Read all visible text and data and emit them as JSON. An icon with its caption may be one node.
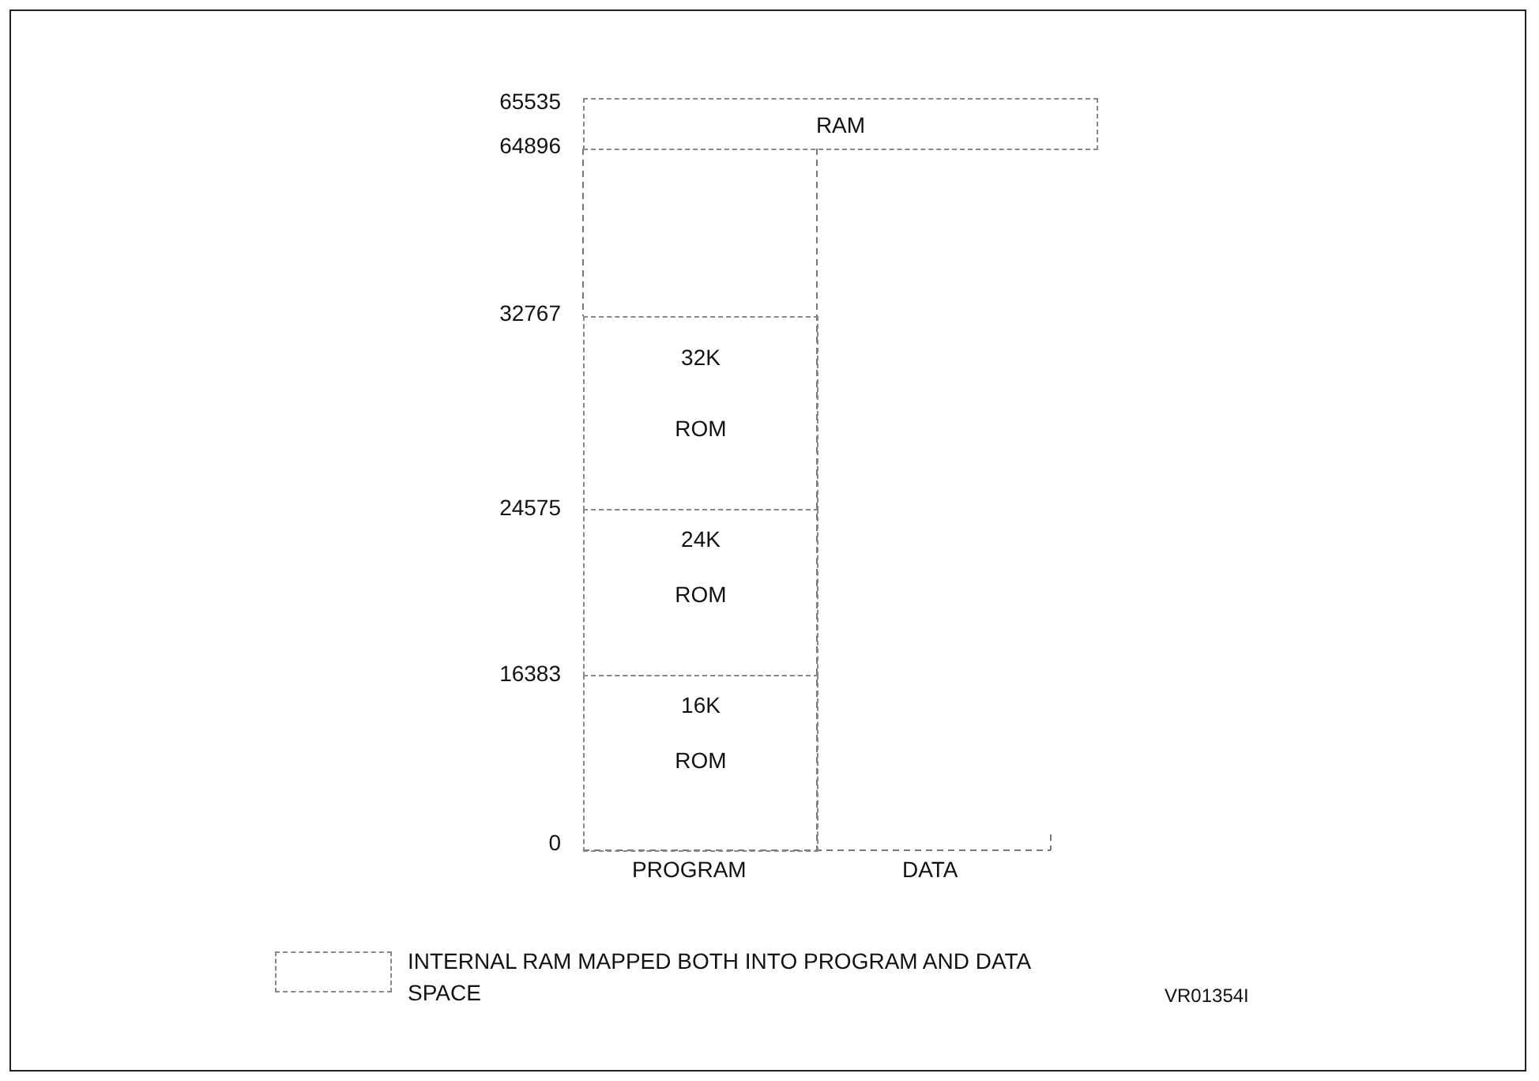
{
  "diagram": {
    "nodes": [
      {
        "text": [
          "RAM"
        ]
      },
      {
        "text": [
          "32K",
          "ROM"
        ]
      },
      {
        "text": [
          "24K",
          "ROM"
        ]
      },
      {
        "text": [
          "16K",
          "ROM"
        ]
      }
    ],
    "labels": [
      "65535",
      "64896",
      "32767",
      "24575",
      "16383",
      "0",
      "PROGRAM",
      "DATA",
      "VR01354I"
    ],
    "legend": [
      {
        "text": "INTERNAL RAM MAPPED BOTH INTO PROGRAM AND DATA SPACE"
      }
    ]
  }
}
